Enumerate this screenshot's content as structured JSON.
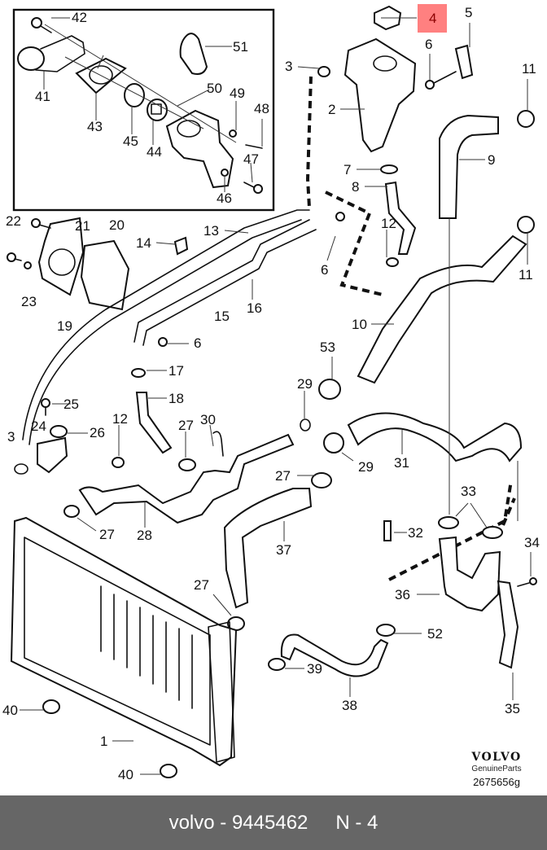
{
  "diagram": {
    "highlight_color": "#ff8080",
    "highlighted_part": "4",
    "labels": {
      "l1": "1",
      "l2": "2",
      "l3a": "3",
      "l3b": "3",
      "l4": "4",
      "l5": "5",
      "l6a": "6",
      "l6b": "6",
      "l6c": "6",
      "l7": "7",
      "l8": "8",
      "l9": "9",
      "l10": "10",
      "l11a": "11",
      "l11b": "11",
      "l12a": "12",
      "l12b": "12",
      "l13": "13",
      "l14": "14",
      "l15": "15",
      "l16": "16",
      "l17": "17",
      "l18": "18",
      "l19": "19",
      "l20": "20",
      "l21": "21",
      "l22": "22",
      "l23": "23",
      "l24": "24",
      "l25": "25",
      "l26": "26",
      "l27a": "27",
      "l27b": "27",
      "l27c": "27",
      "l27d": "27",
      "l28": "28",
      "l29a": "29",
      "l29b": "29",
      "l30": "30",
      "l31": "31",
      "l32": "32",
      "l33": "33",
      "l34": "34",
      "l35": "35",
      "l36": "36",
      "l37": "37",
      "l38": "38",
      "l39": "39",
      "l40a": "40",
      "l40b": "40",
      "l41": "41",
      "l42": "42",
      "l43": "43",
      "l44": "44",
      "l45": "45",
      "l46": "46",
      "l47": "47",
      "l48": "48",
      "l49": "49",
      "l50": "50",
      "l51": "51",
      "l52": "52",
      "l53": "53"
    }
  },
  "brand": {
    "logo": "VOLVO",
    "subtitle": "GenuineParts",
    "diagram_code": "2675656g"
  },
  "footer": {
    "brand": "volvo",
    "part_number": "9445462",
    "position": "N - 4",
    "separator": "-"
  }
}
